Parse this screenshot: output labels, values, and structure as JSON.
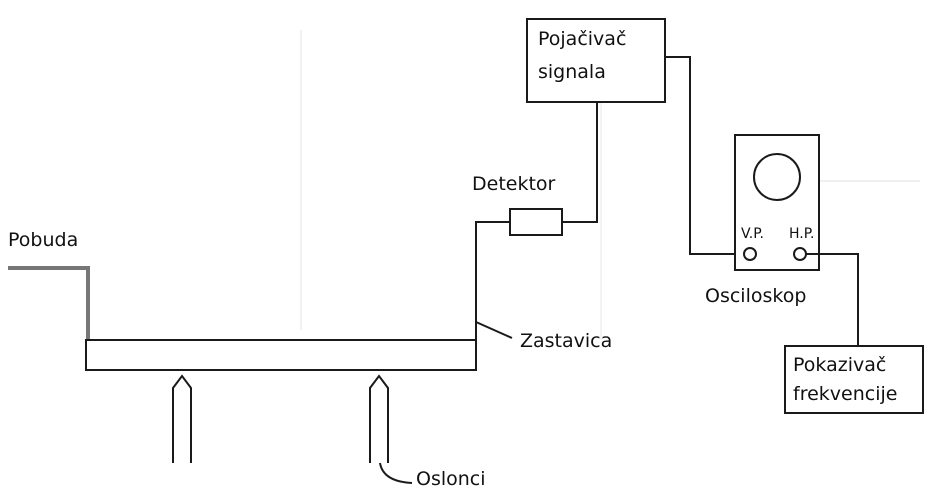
{
  "labels": {
    "excitation": "Pobuda",
    "detector": "Detektor",
    "amplifier_line1": "Pojačivač",
    "amplifier_line2": "signala",
    "oscilloscope": "Osciloskop",
    "vertical_input": "V.P.",
    "horizontal_input": "H.P.",
    "flag": "Zastavica",
    "supports": "Oslonci",
    "freq_line1": "Pokazivač",
    "freq_line2": "frekvencije"
  },
  "colors": {
    "line": "#1a1a1a",
    "excitation_wire": "#777777",
    "background_text": "#e3e3e3"
  }
}
